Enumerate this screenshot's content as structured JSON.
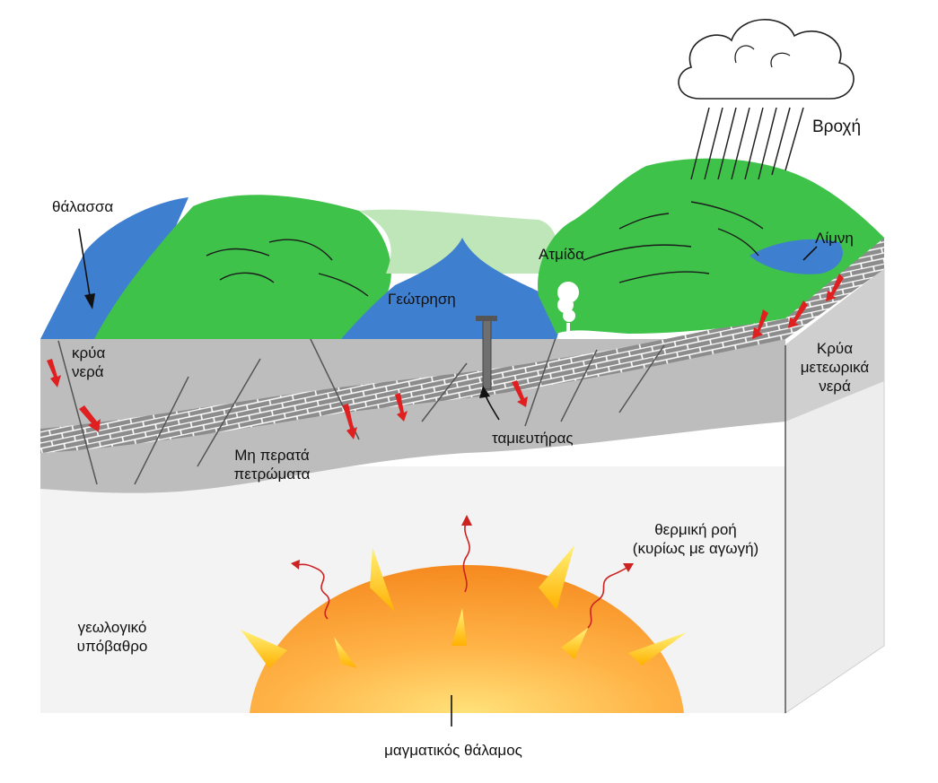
{
  "labels": {
    "sea": "θάλασσα",
    "rain": "Βροχή",
    "lake": "Λίμνη",
    "steam": "Ατμίδα",
    "borehole": "Γεώτρηση",
    "cold_water_line1": "κρύα",
    "cold_water_line2": "νερά",
    "meteoric_line1": "Κρύα",
    "meteoric_line2": "μετεωρικά",
    "meteoric_line3": "νερά",
    "reservoir": "ταμιευτήρας",
    "impermeable_line1": "Μη περατά",
    "impermeable_line2": "πετρώματα",
    "heat_flow_line1": "θερμική ροή",
    "heat_flow_line2": "(κυρίως με αγωγή)",
    "basement_line1": "γεωλογικό",
    "basement_line2": "υπόβαθρο",
    "magma_chamber": "μαγματικός θάλαμος"
  },
  "colors": {
    "sea": "#3f7fd0",
    "land": "#3fc24a",
    "land_light": "#bfe6b8",
    "rock": "#bdbdbd",
    "reservoir_rock": "#8f8f8f",
    "basement": "#f2f2f2",
    "magma": "#f7931e",
    "flow_arrow": "#e02020"
  }
}
